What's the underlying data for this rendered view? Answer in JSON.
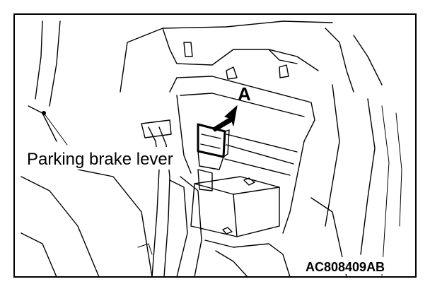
{
  "figure": {
    "callout_letter": "A",
    "part_label": "Parking brake lever",
    "figure_code": "AC808409AB"
  }
}
